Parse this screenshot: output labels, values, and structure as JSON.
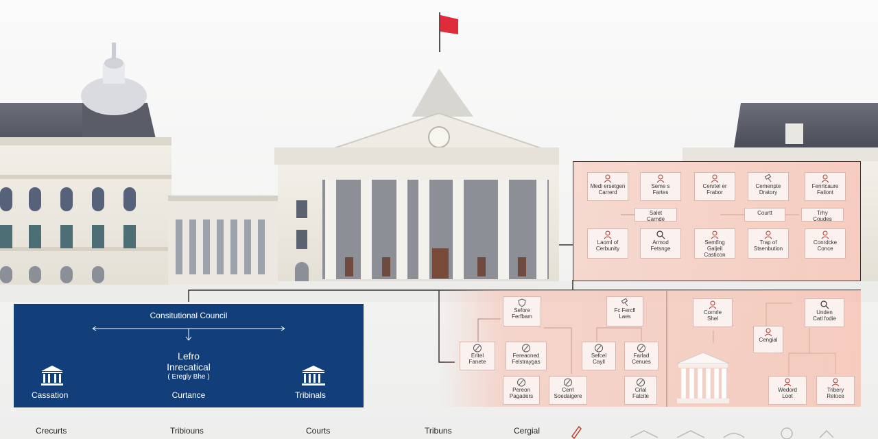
{
  "colors": {
    "background": "#f4f4f3",
    "blue_panel": "#123f7a",
    "pink_panel": "#f6c2b2",
    "flag": "#e02b3a"
  },
  "blue_panel": {
    "title": "Consitutional Council",
    "center_line1": "Lefro",
    "center_line2": "Inrecatical",
    "center_line3": "( Eregly Bhe )",
    "center_bottom": "Curtance",
    "left_label": "Cassation",
    "right_label": "Tribinals",
    "left_icon": "courthouse-icon",
    "right_icon": "courthouse-icon"
  },
  "top_chart": {
    "row1": [
      {
        "label": "Medi ersetgen\nCarrerd",
        "icon": "person-icon"
      },
      {
        "label": "Seme s\nFartes",
        "icon": "person-icon"
      },
      {
        "label": "Cenrtel er\nFrabor",
        "icon": "person-icon"
      },
      {
        "label": "Cemenpte\nDratory",
        "icon": "gavel-icon"
      },
      {
        "label": "Fenrtcaure\nFaliont",
        "icon": "person-icon"
      }
    ],
    "row_mid": [
      {
        "label": "Salet\nCarnde"
      },
      {
        "label": "Courtt"
      },
      {
        "label": "Trhy\nCoudes"
      }
    ],
    "row2": [
      {
        "label": "Laoml of\nCerbunity",
        "icon": "person-icon"
      },
      {
        "label": "Armod\nFetsnge",
        "icon": "search-icon"
      },
      {
        "label": "Semfing\nGaljeil\nCasticon",
        "icon": "person-icon"
      },
      {
        "label": "Trap of\nStsenbution",
        "icon": "person-icon"
      },
      {
        "label": "Conrdcke\nConce",
        "icon": "person-icon"
      }
    ]
  },
  "bottom_chart": {
    "left_cluster": [
      {
        "label": "Sefore\nFerfbam",
        "icon": "shield-icon"
      },
      {
        "label": "Eritel\nFanete",
        "icon": "pen-icon"
      },
      {
        "label": "Fereaoned\nFelstraygas",
        "icon": "pen-icon"
      },
      {
        "label": "Pereon\nPagaders",
        "icon": "pen-icon"
      },
      {
        "label": "Cerrl\nSoedaigere",
        "icon": "pen-icon"
      }
    ],
    "mid_cluster": [
      {
        "label": "Fc Fercfl\nLaes",
        "icon": "gavel-icon"
      },
      {
        "label": "Sefcel\nCayll",
        "icon": "pen-icon"
      },
      {
        "label": "Farlad\nCenues",
        "icon": "pen-icon"
      },
      {
        "label": "Crlal\nFatcite",
        "icon": "pen-icon"
      }
    ],
    "right_cluster": [
      {
        "label": "Cornrle\nShel",
        "icon": "person-icon"
      },
      {
        "label": "Unden\nCatl fodie",
        "icon": "search-icon"
      },
      {
        "label": "Cengial",
        "icon": "person-icon"
      },
      {
        "label": "Wedord\nLoot",
        "icon": "person-icon"
      },
      {
        "label": "Tribery\nRetoce",
        "icon": "person-icon"
      }
    ]
  },
  "bottom_labels": [
    "Crecurts",
    "Tribiouns",
    "Courts",
    "Tribuns",
    "Cergial"
  ]
}
